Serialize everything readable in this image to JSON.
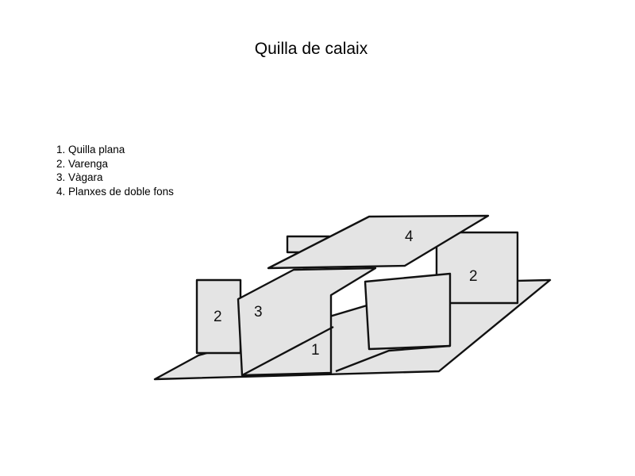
{
  "title": "Quilla de calaix",
  "legend": [
    "1. Quilla plana",
    "2. Varenga",
    "3. Vàgara",
    "4. Planxes de doble fons"
  ],
  "diagram_labels": {
    "keel": "1",
    "floor_left": "2",
    "floor_right": "2",
    "keelson": "3",
    "double_bottom": "4"
  }
}
